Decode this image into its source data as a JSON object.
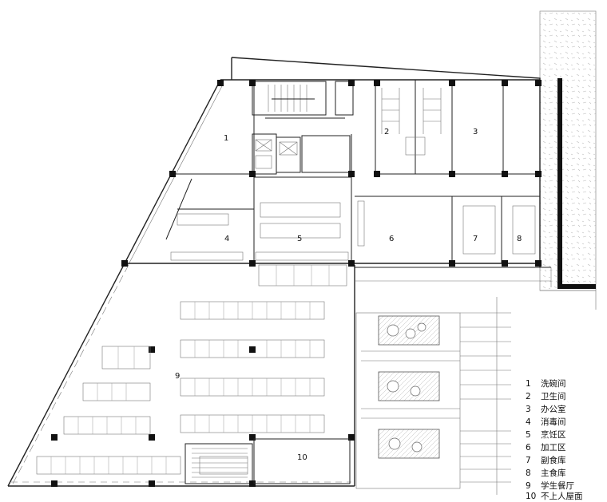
{
  "rooms": [
    {
      "num": "1",
      "name": "洗碗间"
    },
    {
      "num": "2",
      "name": "卫生间"
    },
    {
      "num": "3",
      "name": "办公室"
    },
    {
      "num": "4",
      "name": "消毒间"
    },
    {
      "num": "5",
      "name": "烹饪区"
    },
    {
      "num": "6",
      "name": "加工区"
    },
    {
      "num": "7",
      "name": "副食库"
    },
    {
      "num": "8",
      "name": "主食库"
    },
    {
      "num": "9",
      "name": "学生餐厅"
    },
    {
      "num": "10",
      "name": "不上人屋面"
    }
  ]
}
